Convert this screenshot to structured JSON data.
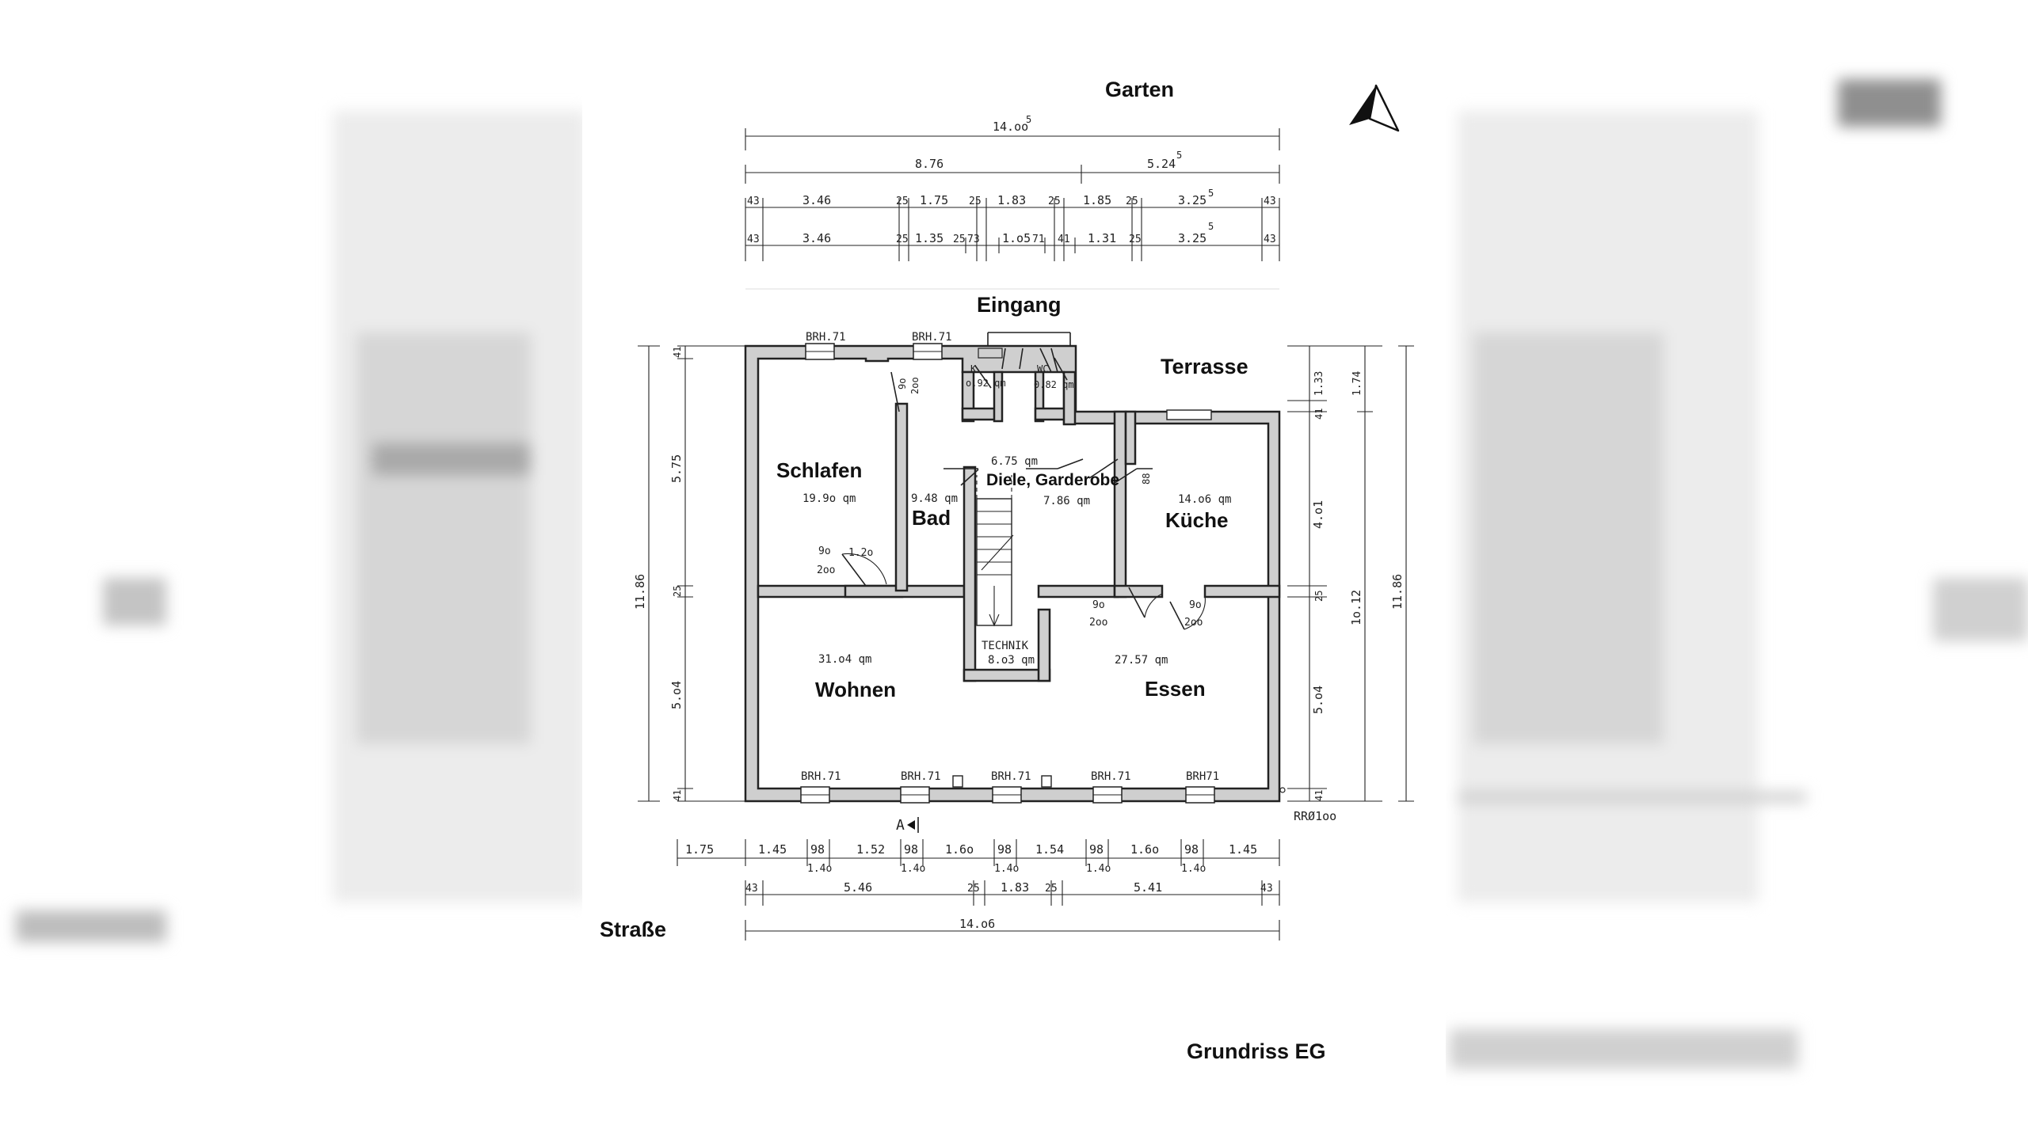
{
  "viewer": {
    "labels": {
      "garten": "Garten",
      "eingang": "Eingang",
      "terrasse": "Terrasse",
      "strasse": "Straße",
      "title": "Grundriss EG"
    },
    "north_arrow_icon": "north-arrow-icon"
  },
  "plan": {
    "rooms": {
      "schlafen": {
        "name": "Schlafen",
        "area": "19.9o qm"
      },
      "bad": {
        "name": "Bad",
        "area": "9.48 qm"
      },
      "diele": {
        "name": "Diele, Garderobe",
        "area": "6.75 qm",
        "area2": "7.86 qm"
      },
      "kueche": {
        "name": "Küche",
        "area": "14.o6 qm"
      },
      "wohnen": {
        "name": "Wohnen",
        "area": "31.o4 qm"
      },
      "essen": {
        "name": "Essen",
        "area": "27.57 qm"
      },
      "technik": {
        "name": "TECHNIK",
        "area": "8.o3 qm"
      },
      "k": {
        "name": "K",
        "area": "o.92 qm"
      },
      "wc": {
        "name": "WC",
        "area": "0.82 qm"
      }
    },
    "top_dims": {
      "total": "14.oo",
      "total_sup": "5",
      "row1": [
        "8.76",
        "5.24"
      ],
      "row1_sup": "5",
      "row2": [
        "43",
        "3.46",
        "25",
        "1.75",
        "25",
        "1.83",
        "25",
        "1.85",
        "25",
        "3.25",
        "43"
      ],
      "row2_sup": "5",
      "row3": [
        "43",
        "3.46",
        "25",
        "1.35",
        "25",
        "73",
        "1.o5",
        "71",
        "41",
        "1.31",
        "25",
        "3.25",
        "43"
      ],
      "row3_sup": "5"
    },
    "bottom_dims": {
      "row1": [
        "1.75",
        "1.45",
        "98",
        "1.52",
        "98",
        "1.6o",
        "98",
        "1.54",
        "98",
        "1.6o",
        "98",
        "1.45"
      ],
      "row1_sub": [
        "1.4o",
        "1.4o",
        "1.4o",
        "1.4o",
        "1.4o"
      ],
      "row2": [
        "43",
        "5.46",
        "25",
        "1.83",
        "25",
        "5.41",
        "43"
      ],
      "total": "14.o6"
    },
    "left_dims": {
      "d1": "41",
      "d2": "5.75",
      "d3": "25",
      "d4": "5.o4",
      "d5": "41",
      "total": "11.86"
    },
    "right_dims": {
      "d1": "1.33",
      "d1b": "41",
      "d2": "4.o1",
      "d3": "25",
      "d4": "5.o4",
      "d5": "41",
      "t1": "1.74",
      "t2": "1o.12",
      "total": "11.86"
    },
    "brh": [
      "BRH.71",
      "BRH.71",
      "BRH.71",
      "BRH.71",
      "BRH.71",
      "BRH.71",
      "BRH71"
    ],
    "door_marks": {
      "schlafen": [
        "9o",
        "2oo",
        "1.2o"
      ],
      "bad": [
        "9o",
        "2oo"
      ],
      "diele": [
        "9o",
        "2oo"
      ],
      "kueche": [
        "9o",
        "2oo"
      ],
      "kueche_side": "88"
    },
    "misc": {
      "rr": "RRØ1oo",
      "section": "A"
    }
  }
}
